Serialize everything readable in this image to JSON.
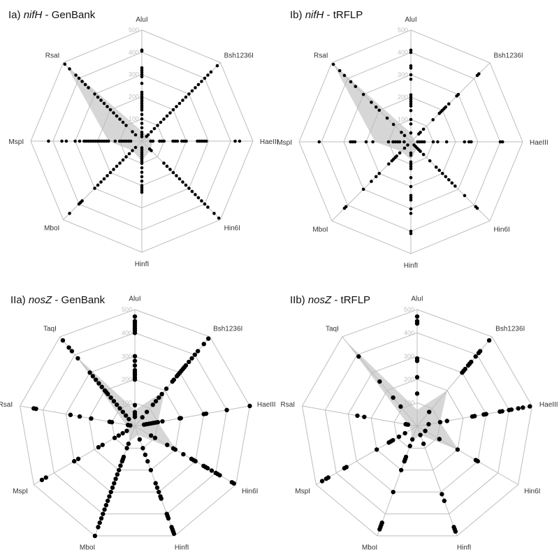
{
  "chart_data": [
    {
      "type": "scatter",
      "subtype": "radar",
      "panel": "Ia",
      "title_prefix": "Ia)",
      "title_gene": "nifH",
      "title_suffix": "- GenBank",
      "rmax": 500,
      "ticks": [
        100,
        200,
        300,
        400,
        500
      ],
      "axes": [
        "AluI",
        "Bsh1236I",
        "HaeIII",
        "Hin6I",
        "HinfI",
        "MboI",
        "MspI",
        "RsaI"
      ],
      "shaded_profile": [
        45,
        35,
        50,
        55,
        90,
        60,
        150,
        480
      ],
      "points": [
        [
          410,
          405,
          330,
          320,
          310,
          300,
          290,
          260,
          220,
          210,
          200,
          190,
          180,
          170,
          160,
          150,
          140,
          120,
          100,
          80,
          60,
          40,
          30,
          20
        ],
        [
          480,
          440,
          420,
          400,
          380,
          360,
          340,
          320,
          300,
          280,
          260,
          240,
          220,
          200,
          180,
          160,
          140,
          120,
          100,
          80,
          60,
          40,
          30
        ],
        [
          440,
          420,
          290,
          280,
          270,
          260,
          250,
          200,
          190,
          180,
          160,
          150,
          140,
          100,
          90,
          80,
          50,
          40
        ],
        [
          490,
          460,
          420,
          400,
          380,
          360,
          340,
          320,
          300,
          280,
          260,
          240,
          220,
          200,
          180,
          160,
          140,
          60,
          50
        ],
        [
          230,
          220,
          210,
          200,
          180,
          160,
          140,
          120,
          100,
          90,
          80,
          70,
          60,
          50,
          40,
          30
        ],
        [
          460,
          400,
          390,
          380,
          300,
          280,
          260,
          240,
          220,
          200,
          180,
          160,
          140,
          120,
          100,
          80,
          60,
          40
        ],
        [
          420,
          360,
          340,
          300,
          280,
          260,
          250,
          240,
          230,
          220,
          210,
          200,
          190,
          180,
          170,
          160,
          150,
          120,
          100,
          90,
          80,
          70,
          60,
          50
        ],
        [
          490,
          460,
          420,
          400,
          380,
          360,
          340,
          300,
          280,
          260,
          240,
          220,
          200,
          180,
          160,
          140,
          120,
          100,
          60,
          40
        ]
      ]
    },
    {
      "type": "scatter",
      "subtype": "radar",
      "panel": "Ib",
      "title_prefix": "Ib)",
      "title_gene": "nifH",
      "title_suffix": "- tRFLP",
      "rmax": 500,
      "ticks": [
        100,
        200,
        300,
        400,
        500
      ],
      "axes": [
        "AluI",
        "Bsh1236I",
        "HaeIII",
        "Hin6I",
        "HinfI",
        "MboI",
        "MspI",
        "RsaI"
      ],
      "shaded_profile": [
        40,
        20,
        20,
        40,
        80,
        60,
        160,
        490
      ],
      "points": [
        [
          410,
          400,
          340,
          330,
          300,
          280,
          210,
          200,
          190,
          180,
          170,
          160,
          140,
          100,
          80,
          40
        ],
        [
          430,
          420,
          300,
          290,
          240,
          220,
          210,
          200,
          190,
          180,
          140,
          80,
          60,
          50
        ],
        [
          410,
          400,
          270,
          260,
          240,
          160,
          120,
          100,
          60,
          50,
          40,
          30
        ],
        [
          420,
          410,
          340,
          280,
          260,
          240,
          220,
          200,
          180,
          160,
          120,
          80,
          60,
          50,
          40,
          30,
          20
        ],
        [
          410,
          400,
          320,
          300,
          260,
          250,
          240,
          200,
          160,
          120,
          110,
          100,
          90,
          60,
          50
        ],
        [
          420,
          410,
          300,
          250,
          220,
          200,
          140,
          120,
          110,
          100,
          90,
          70,
          40,
          20
        ],
        [
          410,
          270,
          260,
          250,
          200,
          170,
          100,
          80,
          70,
          60,
          50,
          30
        ],
        [
          490,
          450,
          420,
          380,
          350,
          300,
          250,
          220,
          200,
          150,
          110,
          60,
          40
        ]
      ]
    },
    {
      "type": "scatter",
      "subtype": "radar",
      "panel": "IIa",
      "title_prefix": "IIa)",
      "title_gene": "nosZ",
      "title_suffix": "- GenBank",
      "rmax": 500,
      "ticks": [
        100,
        200,
        300,
        400,
        500
      ],
      "axes": [
        "AluI",
        "Bsh1236I",
        "HaeIII",
        "Hin6I",
        "HinfI",
        "MboI",
        "MspI",
        "RsaI",
        "TaqI"
      ],
      "shaded_profile": [
        70,
        200,
        100,
        205,
        40,
        70,
        30,
        40,
        390
      ],
      "points": [
        [
          470,
          450,
          440,
          430,
          420,
          410,
          400,
          300,
          280,
          260,
          240,
          230,
          220,
          210,
          200,
          90,
          60,
          50,
          40
        ],
        [
          490,
          460,
          420,
          400,
          380,
          360,
          340,
          330,
          320,
          310,
          300,
          290,
          280,
          260,
          250,
          210,
          180,
          160,
          140,
          120,
          80,
          50
        ],
        [
          500,
          400,
          310,
          300,
          200,
          195,
          120,
          100,
          90,
          80,
          70,
          60,
          50,
          40
        ],
        [
          490,
          480,
          420,
          410,
          400,
          380,
          360,
          350,
          340,
          300,
          290,
          280,
          240,
          200,
          190,
          160,
          100,
          80
        ],
        [
          490,
          480,
          470,
          460,
          420,
          410,
          400,
          330,
          320,
          300,
          280,
          260,
          200,
          160,
          130,
          100,
          60
        ],
        [
          500,
          460,
          440,
          420,
          400,
          380,
          360,
          340,
          320,
          300,
          280,
          260,
          240,
          220,
          200,
          180,
          160,
          150,
          140,
          100,
          80
        ],
        [
          460,
          440,
          300,
          280,
          180,
          160,
          100,
          80,
          60,
          40
        ],
        [
          440,
          430,
          280,
          240,
          190,
          110,
          100,
          30,
          20
        ],
        [
          480,
          440,
          420,
          380,
          300,
          280,
          260,
          240,
          220,
          200,
          190,
          180,
          160,
          140,
          120,
          100,
          80,
          60,
          40
        ]
      ]
    },
    {
      "type": "scatter",
      "subtype": "radar",
      "panel": "IIb",
      "title_prefix": "IIb)",
      "title_gene": "nosZ",
      "title_suffix": "- tRFLP",
      "rmax": 500,
      "ticks": [
        100,
        200,
        300,
        400,
        500
      ],
      "axes": [
        "AluI",
        "Bsh1236I",
        "HaeIII",
        "Hin6I",
        "HinfI",
        "MboI",
        "MspI",
        "RsaI",
        "TaqI"
      ],
      "shaded_profile": [
        70,
        200,
        100,
        205,
        40,
        70,
        30,
        40,
        480
      ],
      "points": [
        [
          470,
          450,
          440,
          290,
          280,
          210,
          140
        ],
        [
          480,
          420,
          410,
          390,
          360,
          350,
          340,
          320,
          310,
          300,
          80
        ],
        [
          490,
          460,
          440,
          410,
          400,
          370,
          360,
          300,
          290,
          250,
          240,
          130,
          100,
          50
        ],
        [
          300,
          290,
          200,
          110,
          40
        ],
        [
          480,
          470,
          460,
          340,
          310,
          80,
          40
        ],
        [
          470,
          460,
          450,
          440,
          300,
          200,
          160,
          150,
          140,
          90,
          60
        ],
        [
          470,
          450,
          440,
          360,
          350,
          200,
          140,
          130,
          120,
          90,
          60
        ],
        [
          260,
          230,
          50,
          45,
          40
        ],
        [
          390,
          250,
          160,
          110
        ]
      ]
    }
  ]
}
